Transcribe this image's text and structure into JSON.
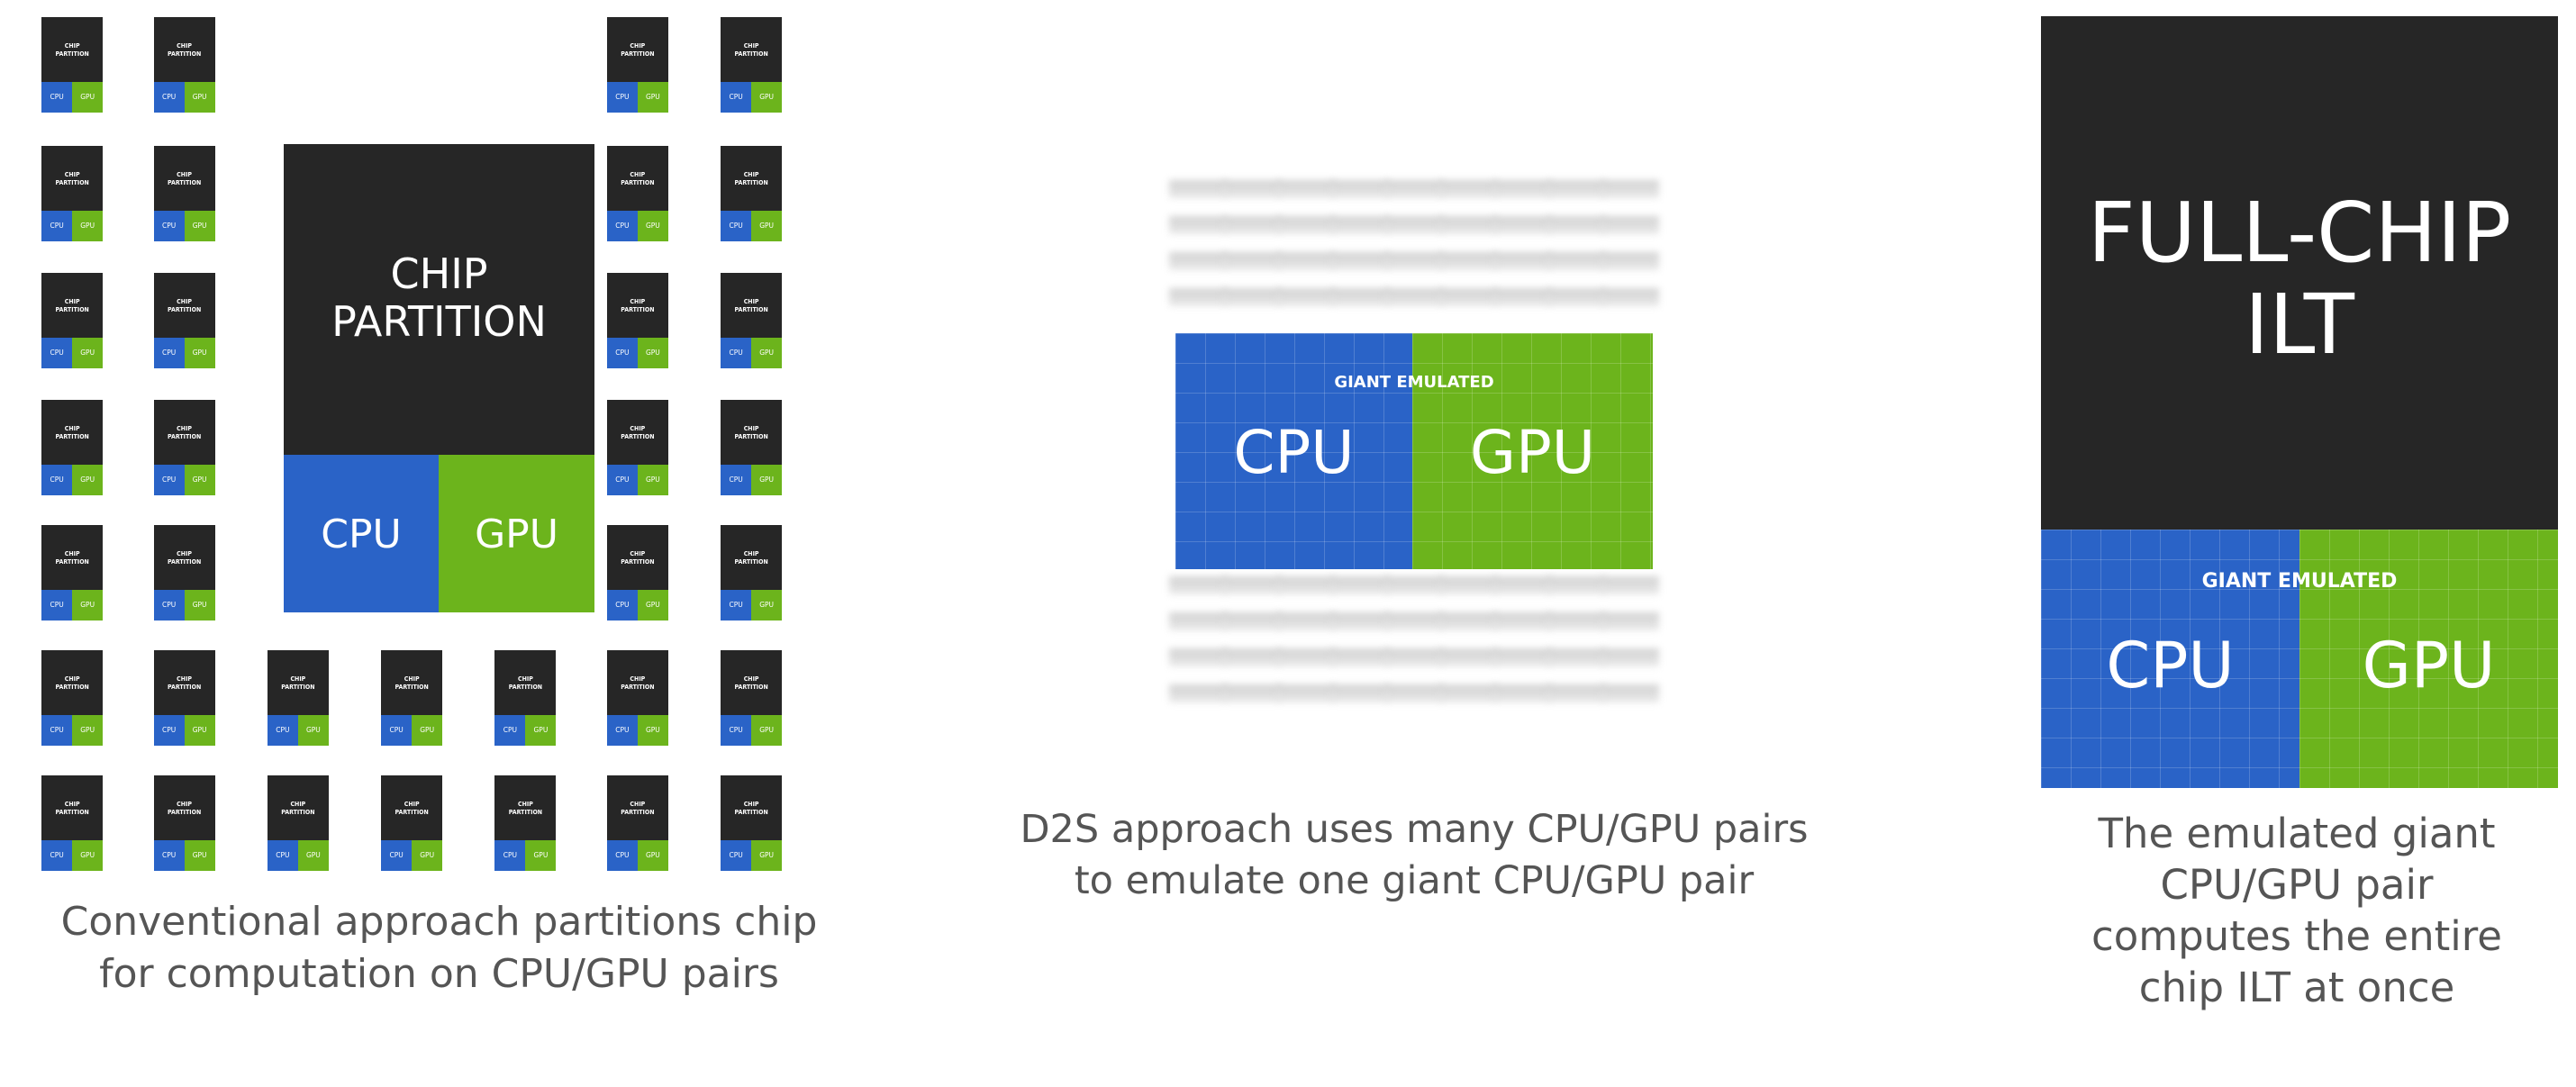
{
  "small_chip": {
    "title_line1": "CHIP",
    "title_line2": "PARTITION",
    "cpu": "CPU",
    "gpu": "GPU"
  },
  "left_panel": {
    "big_chip": {
      "title_line1": "CHIP",
      "title_line2": "PARTITION",
      "cpu": "CPU",
      "gpu": "GPU"
    },
    "caption_line1": "Conventional approach partitions chip",
    "caption_line2": "for computation on CPU/GPU pairs"
  },
  "middle_panel": {
    "emulated_label": "GIANT EMULATED",
    "cpu": "CPU",
    "gpu": "GPU",
    "caption_line1": "D2S approach uses many CPU/GPU pairs",
    "caption_line2": "to emulate one giant CPU/GPU pair"
  },
  "right_panel": {
    "title_line1": "FULL-CHIP",
    "title_line2": "ILT",
    "emulated_label": "GIANT EMULATED",
    "cpu": "CPU",
    "gpu": "GPU",
    "caption_line1": "The emulated giant",
    "caption_line2": "CPU/GPU pair",
    "caption_line3": "computes the entire",
    "caption_line4": "chip ILT at once"
  },
  "colors": {
    "chip_dark": "#262626",
    "cpu_blue": "#2a63c7",
    "gpu_green": "#6cb41c",
    "caption_gray": "#555555"
  }
}
